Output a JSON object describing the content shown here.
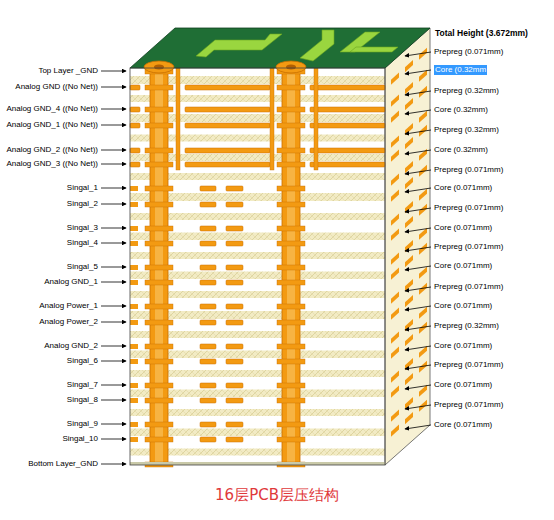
{
  "diagram": {
    "caption": "16层PCB层压结构",
    "labels": [
      "Top Layer _GND",
      "Analog GND ((No Net))",
      "Analog GND_4 ((No Net))",
      "Analog GND_1 ((No Net))",
      "Analog GND_2 ((No Net))",
      "Analog GND_3 ((No Net))",
      "Singal_1",
      "Singal_2",
      "Singal_3",
      "Singal_4",
      "Singal_5",
      "Analog GND_1",
      "Analog Power_1",
      "Analog Power_2",
      "Analog GND_2",
      "Singal_6",
      "Singal_7",
      "Singal_8",
      "Singal_9",
      "Singal_10",
      "Bottom Layer_GND",
      "Total Height (3.672mm)",
      "Prepreg (0.071mm)",
      "Core (0.32mm",
      "Prepreg (0.32mm)",
      "Core (0.32mm)",
      "Prepreg (0.32mm)",
      "Core (0.32mm)",
      "Prepreg (0.071mm)",
      "Core (0.071mm)",
      "Prepreg (0.071mm)",
      "Core (0.071mm)",
      "Prepreg (0.071mm)",
      "Core (0.071mm)",
      "Prepreg (0.071mm)",
      "Core (0.071mm)",
      "Prepreg (0.32mm)",
      "Core (0.071mm)",
      "Prepreg (0.071mm)",
      "Core (0.071mm)",
      "Prepreg (0.071mm)",
      "Core (0.071mm)"
    ]
  }
}
